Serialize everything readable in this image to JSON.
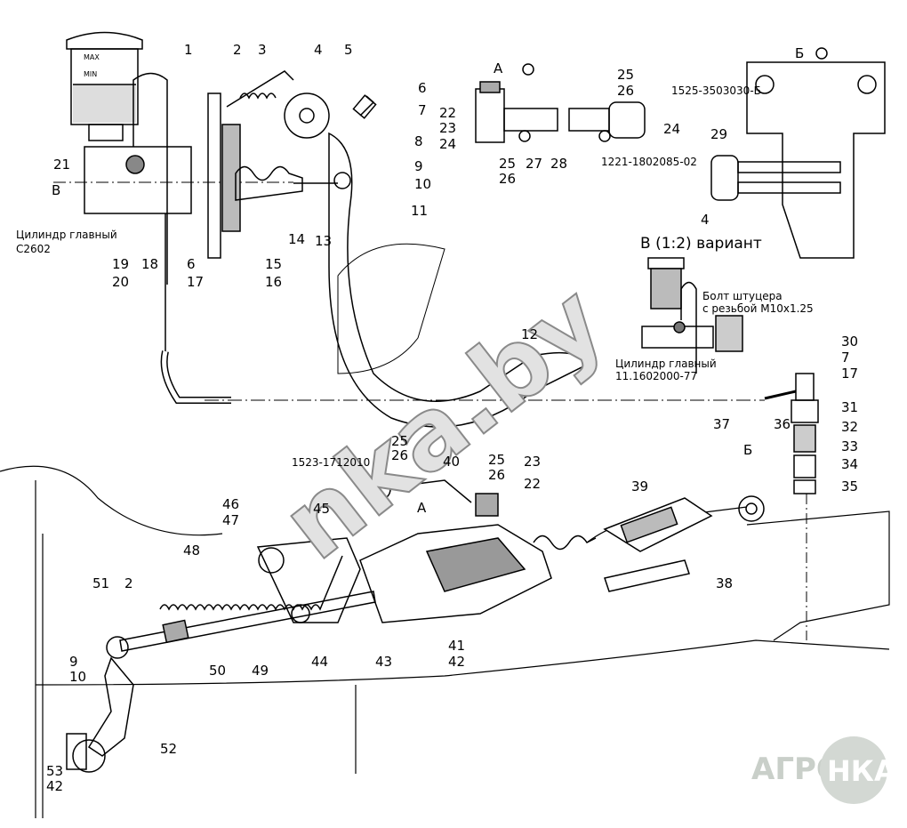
{
  "diagram": {
    "labels": [
      "1",
      "2",
      "3",
      "4",
      "5",
      "6",
      "7",
      "8",
      "9",
      "10",
      "11",
      "12",
      "13",
      "14",
      "15",
      "16",
      "6",
      "17",
      "18",
      "19",
      "20",
      "21",
      "В",
      "22",
      "23",
      "24",
      "25",
      "26",
      "27",
      "28",
      "25",
      "26",
      "24",
      "29",
      "4",
      "30",
      "7",
      "17",
      "31",
      "32",
      "33",
      "34",
      "35",
      "36",
      "37",
      "Б",
      "25",
      "26",
      "40",
      "25",
      "26",
      "23",
      "22",
      "39",
      "А",
      "45",
      "46",
      "47",
      "48",
      "51",
      "2",
      "9",
      "10",
      "50",
      "49",
      "44",
      "43",
      "41",
      "42",
      "38",
      "52",
      "53",
      "42"
    ],
    "view_a_top": "А",
    "view_b_top": "Б",
    "part_1221": "1221-1802085-02",
    "part_1525": "1525-3503030-Б",
    "part_1523": "1523-1712010",
    "cylinder_main_left": "Цилиндр главный",
    "cylinder_main_left_code": "С2602",
    "variant_title": "В (1:2) вариант",
    "bolt_note_1": "Болт штуцера",
    "bolt_note_2": "с резьбой М10x1.25",
    "cylinder_main_right": "Цилиндр главный",
    "cylinder_main_right_code": "11.1602000-77",
    "reservoir_max": "MAX",
    "reservoir_min": "MIN"
  },
  "watermark": "nka.by",
  "logo": {
    "left": "АГРО",
    "right": "НКА"
  }
}
